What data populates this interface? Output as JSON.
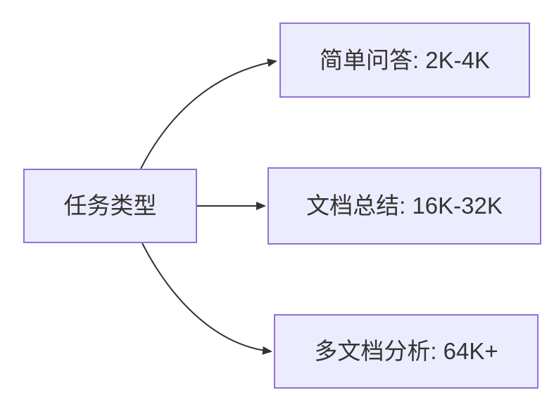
{
  "diagram": {
    "type": "flowchart-left-to-right",
    "colors": {
      "canvas_bg": "#ffffff",
      "node_fill": "#ececff",
      "node_border": "#9370db",
      "edge_color": "#333333",
      "text_color": "#333333"
    },
    "source": {
      "label": "任务类型"
    },
    "branches": [
      {
        "label": "简单问答: 2K-4K"
      },
      {
        "label": "文档总结: 16K-32K"
      },
      {
        "label": "多文档分析: 64K+"
      }
    ]
  }
}
